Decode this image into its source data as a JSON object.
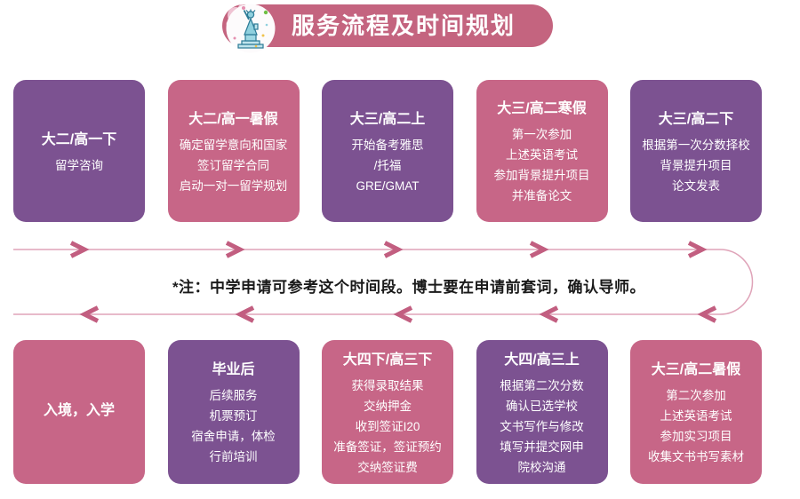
{
  "banner": {
    "title": "服务流程及时间规划",
    "icon": "statue-of-liberty-icon"
  },
  "note": "*注：中学申请可参考这个时间段。博士要在申请前套词，确认导师。",
  "colors": {
    "banner_bg": "#C4647F",
    "card_purple": "#7C5291",
    "card_pink": "#C76687",
    "arrow_head": "#C25E80",
    "arrow_line": "#DFA3B8"
  },
  "rows": {
    "top": {
      "direction": "left-to-right",
      "cards": [
        {
          "title": "大二/高一下",
          "lines": [
            "留学咨询"
          ]
        },
        {
          "title": "大二/高一暑假",
          "lines": [
            "确定留学意向和国家",
            "签订留学合同",
            "启动一对一留学规划"
          ]
        },
        {
          "title": "大三/高二上",
          "lines": [
            "开始备考雅思",
            "/托福",
            "GRE/GMAT"
          ]
        },
        {
          "title": "大三/高二寒假",
          "lines": [
            "第一次参加",
            "上述英语考试",
            "参加背景提升项目",
            "并准备论文"
          ]
        },
        {
          "title": "大三/高二下",
          "lines": [
            "根据第一次分数择校",
            "背景提升项目",
            "论文发表"
          ]
        }
      ]
    },
    "bottom": {
      "direction": "right-to-left",
      "cards": [
        {
          "title": "入境，入学",
          "lines": []
        },
        {
          "title": "毕业后",
          "lines": [
            "后续服务",
            "机票预订",
            "宿舍申请，体检",
            "行前培训"
          ]
        },
        {
          "title": "大四下/高三下",
          "lines": [
            "获得录取结果",
            "交纳押金",
            "收到签证I20",
            "准备签证，签证预约",
            "交纳签证费"
          ]
        },
        {
          "title": "大四/高三上",
          "lines": [
            "根据第二次分数",
            "确认已选学校",
            "文书写作与修改",
            "填写并提交网申",
            "院校沟通"
          ]
        },
        {
          "title": "大三/高二暑假",
          "lines": [
            "第二次参加",
            "上述英语考试",
            "参加实习项目",
            "收集文书书写素材"
          ]
        }
      ]
    }
  }
}
